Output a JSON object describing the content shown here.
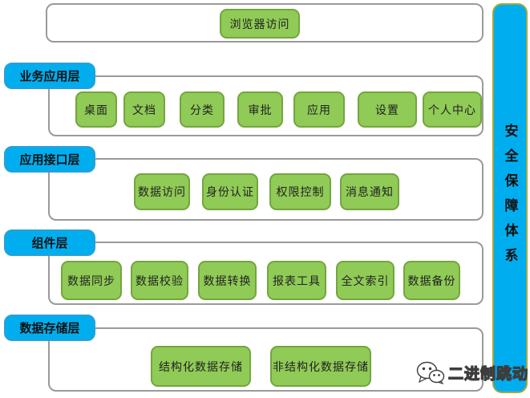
{
  "diagram": {
    "top_container": {
      "box_label": "浏览器访问"
    },
    "layers": [
      {
        "label": "业务应用层",
        "items": [
          "桌面",
          "文档",
          "分类",
          "审批",
          "应用",
          "设置",
          "个人中心"
        ]
      },
      {
        "label": "应用接口层",
        "items": [
          "数据访问",
          "身份认证",
          "权限控制",
          "消息通知"
        ]
      },
      {
        "label": "组件层",
        "items": [
          "数据同步",
          "数据校验",
          "数据转换",
          "报表工具",
          "全文索引",
          "数据备份"
        ]
      },
      {
        "label": "数据存储层",
        "items": [
          "结构化数据存储",
          "非结构化数据存储"
        ]
      }
    ],
    "sidebar": {
      "text": "安全保障体系"
    },
    "watermark": {
      "text": "二进制跳动",
      "icon": "wechat-icon"
    },
    "colors": {
      "node_green": "#8FCB56",
      "node_green_border": "#74a53e",
      "label_blue": "#00AEEF",
      "sidebar_fill": "#00AEEF",
      "sidebar_border": "#a5a839",
      "container_border": "#9a9a9a",
      "text": "#1a1a1a"
    }
  }
}
